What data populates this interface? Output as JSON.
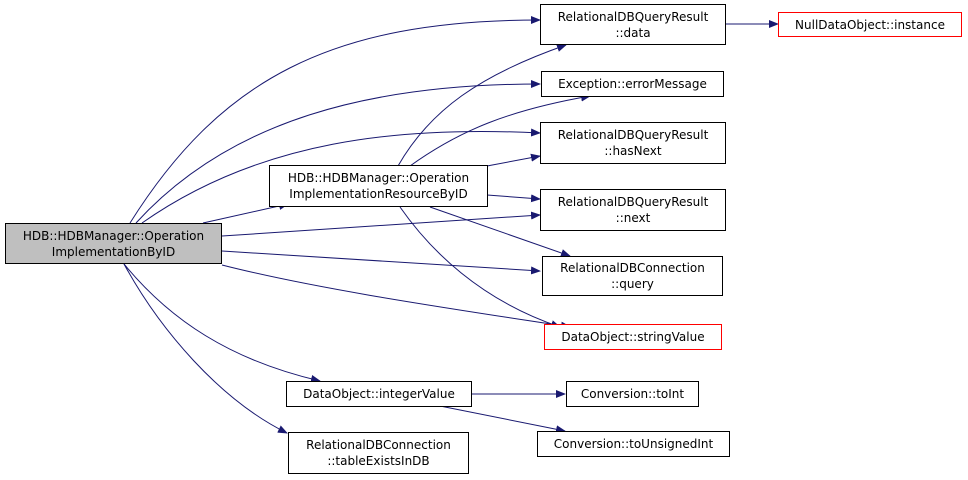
{
  "colors": {
    "edge": "#191970",
    "missing_border": "#ff0000",
    "focus_fill": "#bfbfbf"
  },
  "nodes": {
    "operation_impl_by_id": {
      "line1": "HDB::HDBManager::Operation",
      "line2": "ImplementationByID"
    },
    "operation_impl_resource_by_id": {
      "line1": "HDB::HDBManager::Operation",
      "line2": "ImplementationResourceByID"
    },
    "query_result_data": {
      "line1": "RelationalDBQueryResult",
      "line2": "::data"
    },
    "null_data_object_instance": {
      "line1": "NullDataObject::instance"
    },
    "exception_error_message": {
      "line1": "Exception::errorMessage"
    },
    "query_result_has_next": {
      "line1": "RelationalDBQueryResult",
      "line2": "::hasNext"
    },
    "query_result_next": {
      "line1": "RelationalDBQueryResult",
      "line2": "::next"
    },
    "connection_query": {
      "line1": "RelationalDBConnection",
      "line2": "::query"
    },
    "data_object_string_value": {
      "line1": "DataObject::stringValue"
    },
    "data_object_integer_value": {
      "line1": "DataObject::integerValue"
    },
    "conversion_to_int": {
      "line1": "Conversion::toInt"
    },
    "conversion_to_unsigned_int": {
      "line1": "Conversion::toUnsignedInt"
    },
    "connection_table_exists_in_db": {
      "line1": "RelationalDBConnection",
      "line2": "::tableExistsInDB"
    }
  }
}
